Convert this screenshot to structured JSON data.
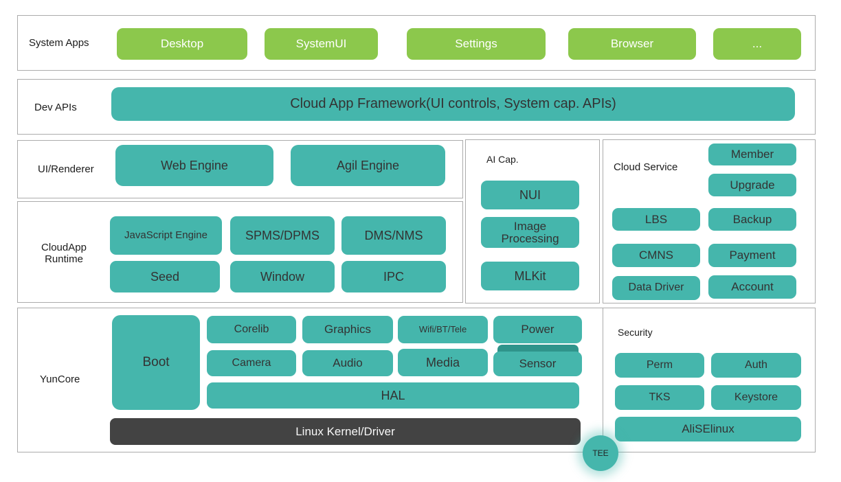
{
  "colors": {
    "app_green": "#8CC84C",
    "block_teal": "#45B6AC",
    "block_teal_dark": "#2F948B",
    "kernel_gray": "#434343",
    "frame_border_gray": "#ABABAB"
  },
  "system_apps": {
    "label": "System Apps",
    "apps": [
      "Desktop",
      "SystemUI",
      "Settings",
      "Browser",
      "..."
    ]
  },
  "dev_apis": {
    "label": "Dev APIs",
    "framework": "Cloud App Framework(UI controls, System cap. APIs)"
  },
  "ui_renderer": {
    "label": "UI/Renderer",
    "engines": [
      "Web Engine",
      "Agil Engine"
    ]
  },
  "cloudapp_runtime": {
    "label": "CloudApp Runtime",
    "blocks_row1": [
      "JavaScript Engine",
      "SPMS/DPMS",
      "DMS/NMS"
    ],
    "blocks_row2": [
      "Seed",
      "Window",
      "IPC"
    ]
  },
  "ai_cap": {
    "label": "AI Cap.",
    "blocks": [
      "NUI",
      "Image Processing",
      "MLKit"
    ]
  },
  "cloud_service": {
    "label": "Cloud Service",
    "left_column": [
      "LBS",
      "CMNS",
      "Data Driver"
    ],
    "right_column": [
      "Member",
      "Upgrade",
      "Backup",
      "Payment",
      "Account"
    ]
  },
  "yuncore": {
    "label": "YunCore",
    "boot": "Boot",
    "row1": [
      "Corelib",
      "Graphics",
      "Wifi/BT/Tele",
      "Power"
    ],
    "row2": [
      "Camera",
      "Audio",
      "Media",
      "Sensor"
    ],
    "hal": "HAL",
    "kernel": "Linux Kernel/Driver"
  },
  "security": {
    "label": "Security",
    "row1": [
      "Perm",
      "Auth"
    ],
    "row2": [
      "TKS",
      "Keystore"
    ],
    "bottom": "AliSElinux"
  },
  "tee": {
    "label": "TEE"
  }
}
